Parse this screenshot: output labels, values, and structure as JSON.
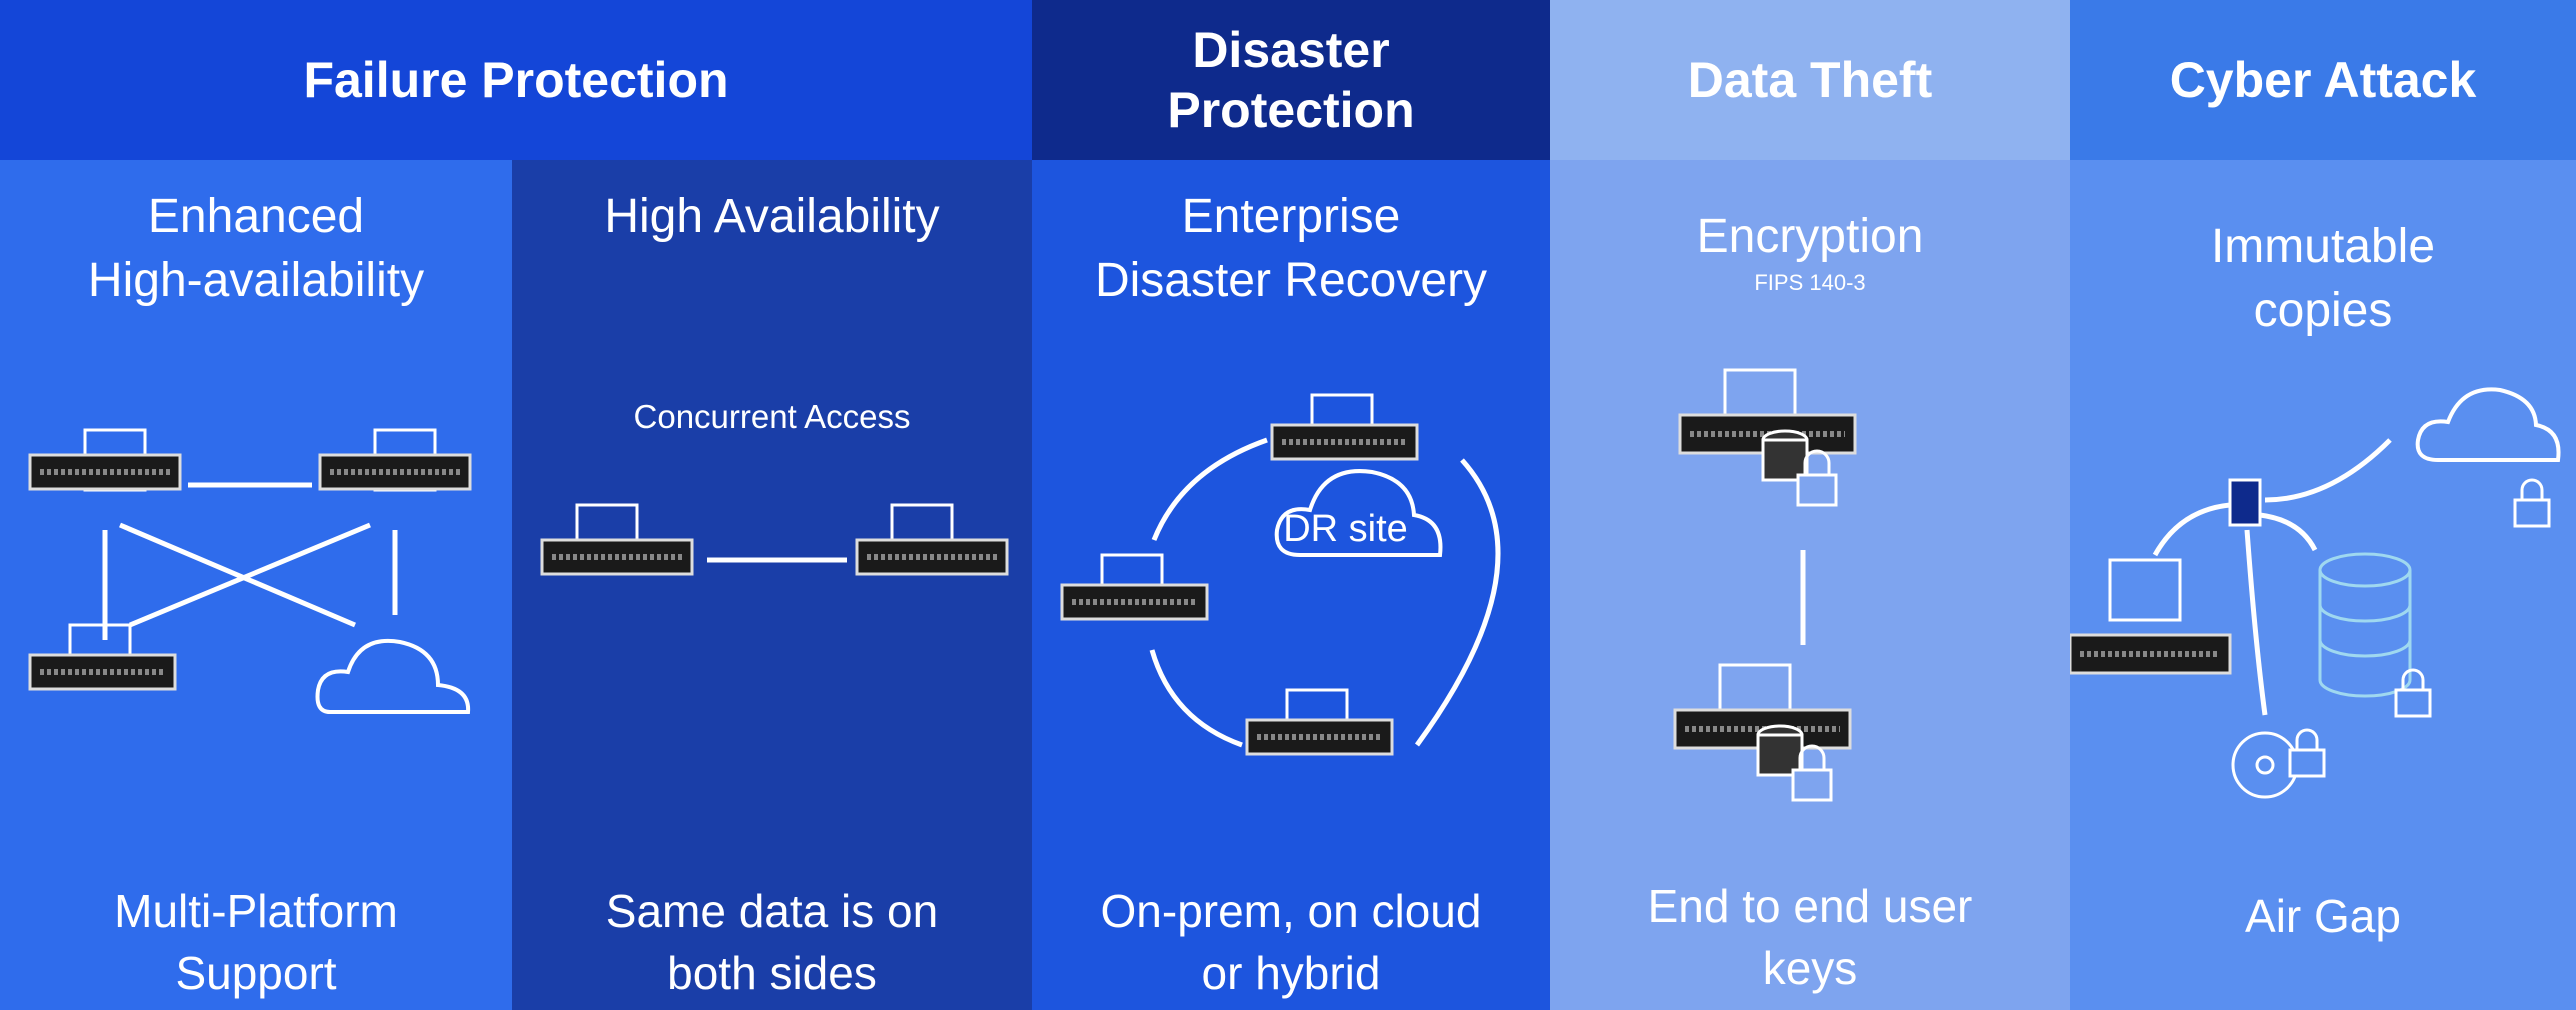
{
  "columns": [
    {
      "header": "Failure Protection",
      "subtitle_lines": [
        "Enhanced",
        "High-availability"
      ],
      "footer_lines": [
        "Multi-Platform",
        "Support"
      ]
    },
    {
      "header": "",
      "subtitle_lines": [
        "High Availability"
      ],
      "diagram_label": "Concurrent Access",
      "footer_lines": [
        "Same data is on",
        "both sides"
      ]
    },
    {
      "header_lines": [
        "Disaster",
        "Protection"
      ],
      "subtitle_lines": [
        "Enterprise",
        "Disaster Recovery"
      ],
      "diagram_label": "DR site",
      "footer_lines": [
        "On-prem, on cloud",
        "or hybrid"
      ]
    },
    {
      "header": "Data Theft",
      "subtitle_lines": [
        "Encryption"
      ],
      "subtitle_note": "FIPS 140-3",
      "footer_lines": [
        "End to end user",
        "keys"
      ]
    },
    {
      "header": "Cyber Attack",
      "subtitle_lines": [
        "Immutable",
        "copies"
      ],
      "footer_lines": [
        "Air Gap"
      ]
    }
  ],
  "colors": {
    "failure_header": "#1446d8",
    "failure_body": "#2f6cec",
    "ha_body": "#1a3ea8",
    "disaster_header": "#0e2a8c",
    "disaster_body": "#1d55de",
    "theft_header": "#8fb2f0",
    "theft_body": "#7ea4ef",
    "cyber_header": "#3a7ae8",
    "cyber_body": "#5a8ff0"
  },
  "icons": [
    "storage-server-icon",
    "cloud-icon",
    "lock-icon",
    "database-icon",
    "disc-icon",
    "air-gap-switch-icon"
  ]
}
